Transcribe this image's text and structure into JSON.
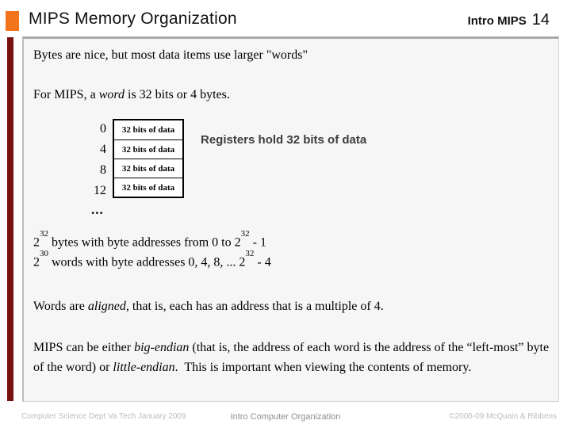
{
  "header": {
    "title": "MIPS Memory Organization",
    "course_label": "Intro MIPS",
    "slide_number": "14"
  },
  "colors": {
    "accent_orange": "#F2751D",
    "accent_maroon": "#7A1212",
    "box_background": "#f6f6f6",
    "note_gray": "#3d3d3d"
  },
  "body": {
    "intro": "Bytes are nice, but most data items use larger \"words\"",
    "word_def": {
      "pre": "For MIPS, a ",
      "italic": "word",
      "post": " is 32 bits or 4 bytes."
    },
    "memory": {
      "rows": [
        {
          "addr": "0",
          "label": "32 bits of data"
        },
        {
          "addr": "4",
          "label": "32 bits of data"
        },
        {
          "addr": "8",
          "label": "32 bits of data"
        },
        {
          "addr": "12",
          "label": "32 bits of data"
        }
      ],
      "ellipsis": "...",
      "note": "Registers hold 32 bits of data"
    },
    "address_line1": {
      "base1": "2",
      "sup1": "32",
      "mid": " bytes with byte addresses from 0 to 2",
      "sup2": "32",
      "end": " - 1"
    },
    "address_line2": {
      "base1": "2",
      "sup1": "30",
      "mid": " words with byte addresses 0, 4, 8, ... 2",
      "sup2": "32",
      "end": " - 4"
    },
    "aligned": {
      "pre": "Words are ",
      "italic": "aligned",
      "post": ", that is, each has an address that is a multiple of 4."
    },
    "endian": {
      "r1": "MIPS can be either ",
      "r2": "big-endian",
      "r3": " (that is, the address of each word is the address of the “left-most” byte of the word) or ",
      "r4": "little-endian",
      "r5": ".  This is important when viewing the contents of memory."
    }
  },
  "footer": {
    "left": "Computer Science Dept Va Tech January 2009",
    "center": "Intro Computer Organization",
    "right": "©2006-09 McQuain & Ribbens"
  }
}
